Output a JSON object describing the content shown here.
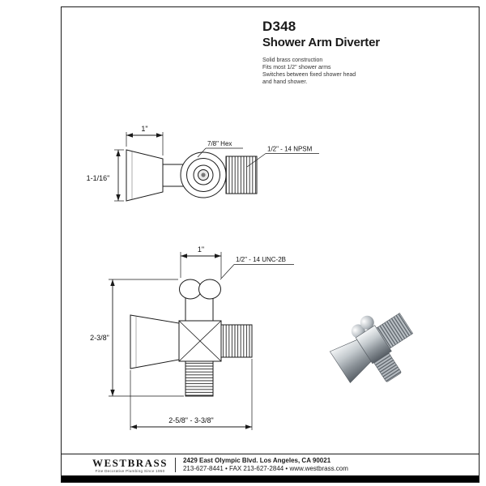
{
  "header": {
    "code": "D348",
    "title": "Shower Arm Diverter",
    "description_lines": [
      "Solid brass construction",
      "Fits most 1/2\" shower arms",
      "Switches between fixed shower head",
      "and hand shower."
    ]
  },
  "drawing_side_view": {
    "dim_width": "1\"",
    "dim_height": "1-1/16\"",
    "label_hex": "7/8\" Hex",
    "label_thread": "1/2\" - 14 NPSM"
  },
  "drawing_front_view": {
    "dim_width_top": "1\"",
    "label_thread": "1/2\" - 14 UNC-2B",
    "dim_height": "2-3/8\"",
    "dim_width_bottom": "2-5/8\" - 3-3/8\""
  },
  "footer": {
    "brand": "WESTBRASS",
    "tagline": "Fine Decorative Plumbing Since 1950",
    "address": "2429 East Olympic Blvd. Los Angeles, CA  90021",
    "contact": "213-627-8441 • FAX 213-627-2844 • www.westbrass.com"
  },
  "colors": {
    "line": "#1a1a1a",
    "bar": "#000000"
  }
}
